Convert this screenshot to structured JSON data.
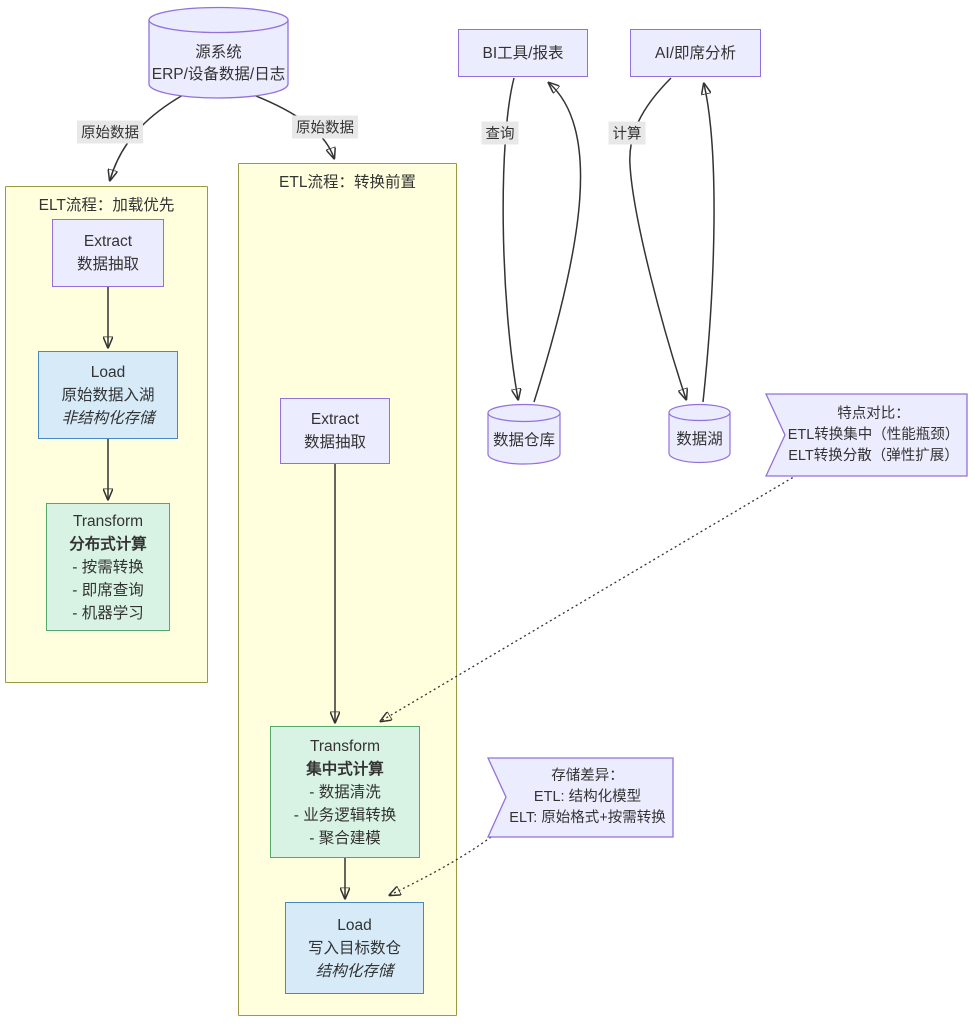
{
  "source": {
    "line1": "源系统",
    "line2": "ERP/设备数据/日志"
  },
  "labels": {
    "raw_left": "原始数据",
    "raw_right": "原始数据",
    "query": "查询",
    "compute": "计算"
  },
  "elt": {
    "title": "ELT流程：加载优先",
    "extract": {
      "name": "Extract",
      "desc": "数据抽取"
    },
    "load": {
      "name": "Load",
      "desc": "原始数据入湖",
      "note": "非结构化存储"
    },
    "transform": {
      "name": "Transform",
      "mode": "分布式计算",
      "items": [
        "- 按需转换",
        "- 即席查询",
        "- 机器学习"
      ]
    }
  },
  "etl": {
    "title": "ETL流程：转换前置",
    "extract": {
      "name": "Extract",
      "desc": "数据抽取"
    },
    "transform": {
      "name": "Transform",
      "mode": "集中式计算",
      "items": [
        "- 数据清洗",
        "- 业务逻辑转换",
        "- 聚合建模"
      ]
    },
    "load": {
      "name": "Load",
      "desc": "写入目标数仓",
      "note": "结构化存储"
    }
  },
  "consumers": {
    "bi": "BI工具/报表",
    "ai": "AI/即席分析"
  },
  "stores": {
    "warehouse": "数据仓库",
    "lake": "数据湖"
  },
  "notes": {
    "compare": {
      "line1": "特点对比：",
      "line2": "ETL转换集中（性能瓶颈）",
      "line3": "ELT转换分散（弹性扩展）"
    },
    "storage": {
      "line1": "存储差异：",
      "line2": "ETL: 结构化模型",
      "line3": "ELT: 原始格式+按需转换"
    }
  },
  "colors": {
    "node_purple_fill": "#ECECFF",
    "node_purple_border": "#9370DB",
    "node_blue_fill": "#d6eaf8",
    "node_blue_border": "#4a88c2",
    "node_green_fill": "#d8f3e3",
    "node_green_border": "#53a86f",
    "subgraph_fill": "#ffffde",
    "subgraph_border": "#999944",
    "edge_stroke": "#333333",
    "edge_label_bg": "#e8e8e8"
  }
}
